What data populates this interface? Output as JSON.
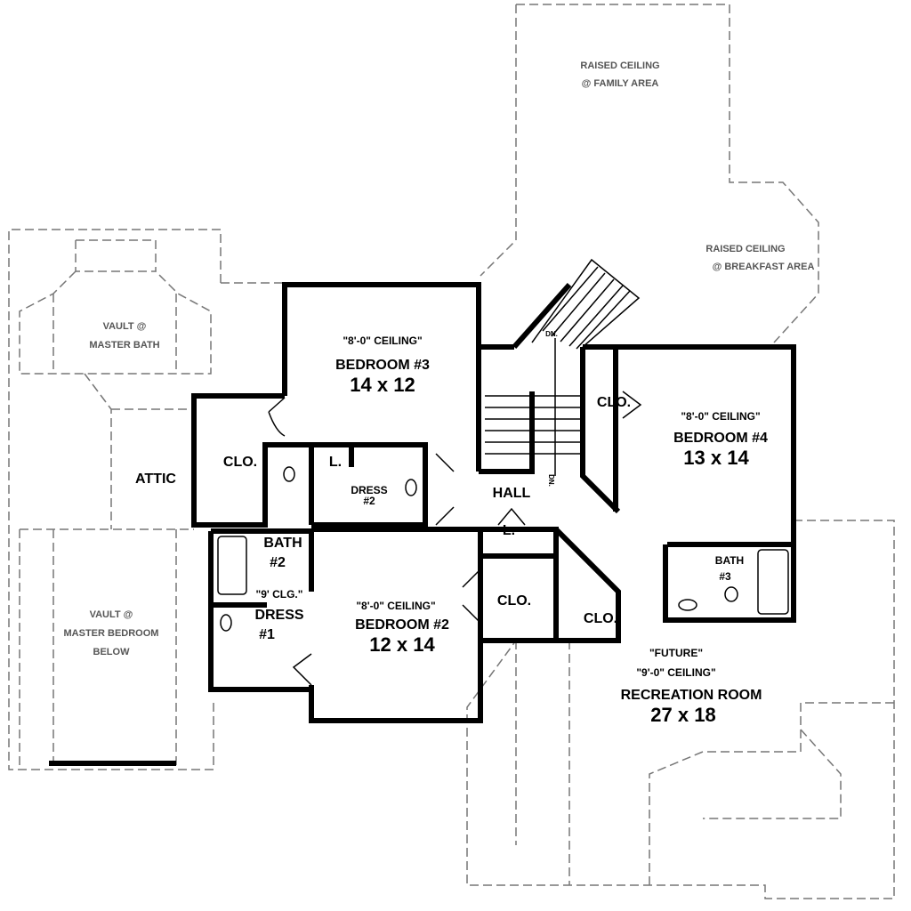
{
  "labels": {
    "family_area": [
      "RAISED CEILING",
      "@ FAMILY AREA"
    ],
    "breakfast_area": [
      "RAISED CEILING",
      "@ BREAKFAST AREA"
    ],
    "master_bath": [
      "VAULT @",
      "MASTER BATH"
    ],
    "master_bedroom": [
      "VAULT @",
      "MASTER BEDROOM",
      "BELOW"
    ],
    "attic": "ATTIC",
    "bedroom3": {
      "ceiling": "\"8'-0\" CEILING\"",
      "name": "BEDROOM #3",
      "size": "14 x 12"
    },
    "bedroom4": {
      "ceiling": "\"8'-0\" CEILING\"",
      "name": "BEDROOM #4",
      "size": "13 x 14"
    },
    "bedroom2": {
      "ceiling": "\"8'-0\" CEILING\"",
      "name": "BEDROOM #2",
      "size": "12 x 14"
    },
    "recreation": {
      "future": "\"FUTURE\"",
      "ceiling": "\"9'-0\" CEILING\"",
      "name": "RECREATION ROOM",
      "size": "27 x 18"
    },
    "closet": "CLO.",
    "linen": "L.",
    "dress2": [
      "DRESS",
      "#2"
    ],
    "dress1": [
      "\"9' CLG.\"",
      "DRESS",
      "#1"
    ],
    "bath2": [
      "BATH",
      "#2"
    ],
    "bath3": [
      "BATH",
      "#3"
    ],
    "hall": "HALL",
    "down": "DN."
  }
}
